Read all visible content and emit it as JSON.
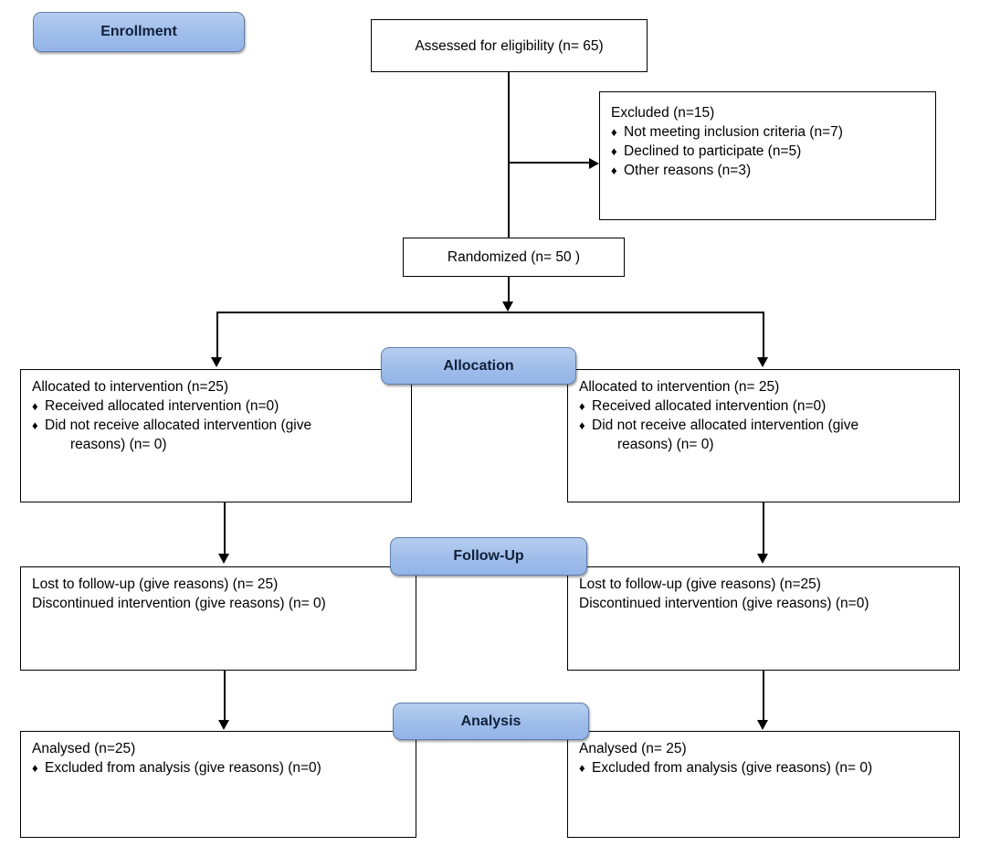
{
  "diagram": {
    "title": "CONSORT participant flow diagram",
    "accent_color": "#9fbdea",
    "accent_border_color": "#5f7da8",
    "line_color": "#000000",
    "box_background": "#ffffff"
  },
  "stages": {
    "enrollment": "Enrollment",
    "allocation": "Allocation",
    "followup": "Follow-Up",
    "analysis": "Analysis"
  },
  "enrollment": {
    "assessed": "Assessed for eligibility (n= 65)",
    "excluded": {
      "header": "Excluded (n=15)",
      "bullet_glyph": "♦",
      "items": [
        "Not meeting inclusion criteria (n=7)",
        "Declined to participate (n=5)",
        "Other reasons (n=3)"
      ]
    },
    "randomized": "Randomized  (n= 50 )"
  },
  "allocation": {
    "left": {
      "header": "Allocated to intervention  (n=25)",
      "bullet_glyph": "♦",
      "items": [
        {
          "text": "Received  allocated intervention  (n=0)",
          "continuation": ""
        },
        {
          "text": "Did not receive allocated intervention  (give",
          "continuation": "reasons) (n= 0)"
        }
      ]
    },
    "right": {
      "header": "Allocated to intervention  (n= 25)",
      "bullet_glyph": "♦",
      "items": [
        {
          "text": "Received  allocated intervention  (n=0)",
          "continuation": ""
        },
        {
          "text": "Did not receive allocated intervention  (give",
          "continuation": "reasons) (n= 0)"
        }
      ]
    }
  },
  "followup": {
    "left": {
      "lines": [
        "Lost to follow-up  (give reasons) (n= 25)",
        "Discontinued intervention  (give  reasons) (n= 0)"
      ]
    },
    "right": {
      "lines": [
        "Lost to follow-up  (give reasons) (n=25)",
        "Discontinued intervention  (give  reasons) (n=0)"
      ]
    }
  },
  "analysis": {
    "left": {
      "header": "Analysed  (n=25)",
      "bullet_glyph": "♦",
      "items": [
        "Excluded from  analysis (give reasons) (n=0)"
      ]
    },
    "right": {
      "header": "Analysed  (n= 25)",
      "bullet_glyph": "♦",
      "items": [
        "Excluded from  analysis (give reasons) (n=  0)"
      ]
    }
  }
}
